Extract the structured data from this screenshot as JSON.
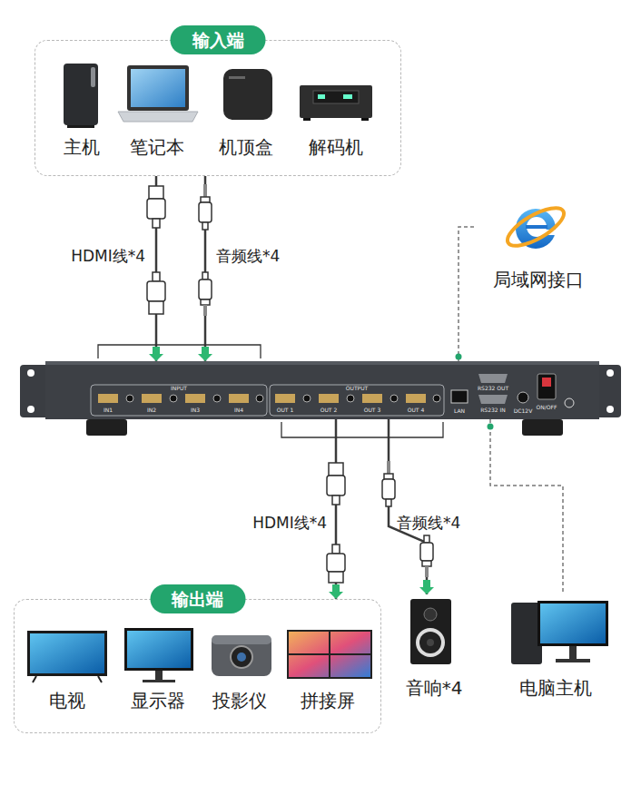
{
  "diagram": {
    "nodes": [
      {
        "text": [
          "输入端"
        ]
      },
      {
        "text": [
          "主机"
        ],
        "in": 0
      },
      {
        "text": [
          "笔记本"
        ],
        "in": 0
      },
      {
        "text": [
          "机顶盒"
        ],
        "in": 0
      },
      {
        "text": [
          "解码机"
        ],
        "in": 0
      },
      {
        "text": [
          "局域网接口"
        ]
      },
      {
        "text": [
          "INPUT",
          "IN1",
          "IN2",
          "IN3",
          "IN4",
          "OUTPUT",
          "OUT 1",
          "OUT 2",
          "OUT 3",
          "OUT 4",
          "LAN",
          "RS232 OUT",
          "RS232 IN",
          "DC12V",
          "ON/OFF"
        ]
      },
      {
        "text": [
          "输出端"
        ]
      },
      {
        "text": [
          "电视"
        ],
        "in": 7
      },
      {
        "text": [
          "显示器"
        ],
        "in": 7
      },
      {
        "text": [
          "投影仪"
        ],
        "in": 7
      },
      {
        "text": [
          "拼接屏"
        ],
        "in": 7
      },
      {
        "text": [
          "音响*4"
        ]
      },
      {
        "text": [
          "电脑主机"
        ]
      }
    ],
    "edges": [
      {
        "from": 0,
        "to": 6,
        "label": "HDMI线*4",
        "arrow": "to"
      },
      {
        "from": 0,
        "to": 6,
        "label": "音频线*4",
        "arrow": "to"
      },
      {
        "from": 6,
        "to": 5,
        "arrow": "none"
      },
      {
        "from": 6,
        "to": 7,
        "label": "HDMI线*4",
        "arrow": "to"
      },
      {
        "from": 6,
        "to": 12,
        "label": "音频线*4",
        "arrow": "to"
      },
      {
        "from": 6,
        "to": 13,
        "arrow": "none"
      }
    ]
  }
}
